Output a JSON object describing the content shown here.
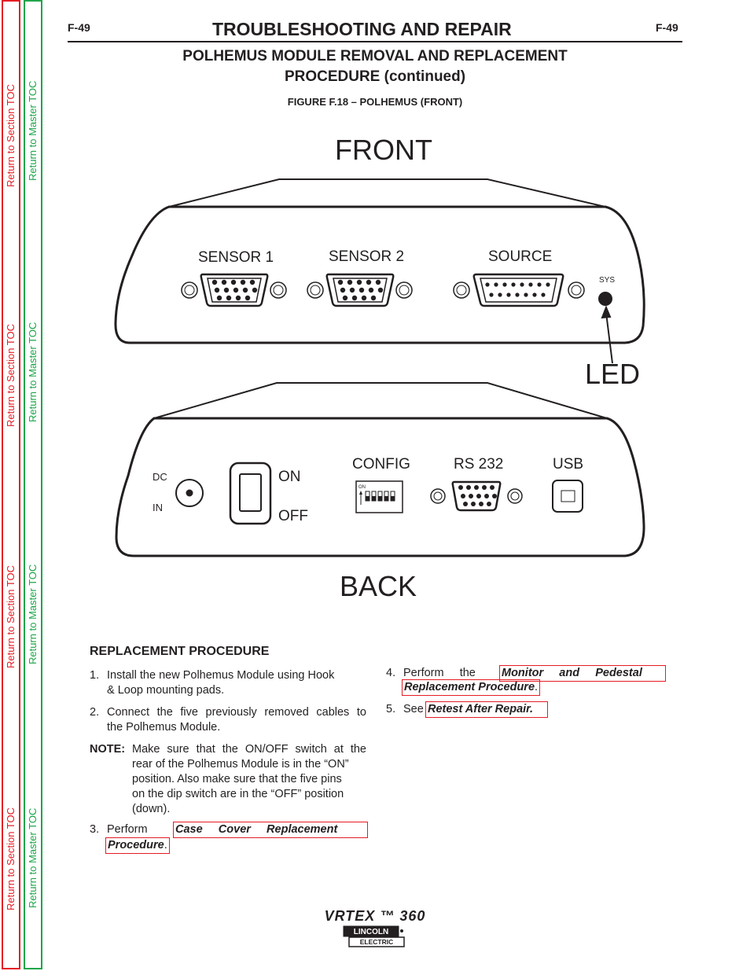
{
  "toc": {
    "section": "Return to Section TOC",
    "master": "Return to Master TOC"
  },
  "header": {
    "page_left": "F-49",
    "page_right": "F-49",
    "title": "TROUBLESHOOTING AND REPAIR"
  },
  "subtitle": {
    "line1": "POLHEMUS MODULE REMOVAL AND REPLACEMENT",
    "line2": "PROCEDURE (continued)"
  },
  "figure": {
    "caption": "FIGURE F.18 – POLHEMUS (FRONT)",
    "front_label": "FRONT",
    "back_label": "BACK",
    "led_label": "LED",
    "sys_label": "SYS",
    "sensor1": "SENSOR 1",
    "sensor2": "SENSOR 2",
    "source": "SOURCE",
    "dc": "DC",
    "in": "IN",
    "on": "ON",
    "off": "OFF",
    "config": "CONFIG",
    "rs232": "RS 232",
    "usb": "USB",
    "dip_on": "ON"
  },
  "procedure": {
    "heading": "REPLACEMENT PROCEDURE",
    "step1_num": "1.",
    "step1_l1": "Install the new Polhemus Module using Hook",
    "step1_l2": "& Loop mounting pads.",
    "step2_num": "2.",
    "step2_l1": "Connect the five previously removed cables to",
    "step2_l2": "the Polhemus Module.",
    "note_label": "NOTE:",
    "note_l1": "Make sure that the ON/OFF switch at the",
    "note_l2": "rear of the Polhemus Module is in the “ON”",
    "note_l3": "position.  Also make sure that the five pins",
    "note_l4": "on the dip switch are in the “OFF” position",
    "note_l5": "(down).",
    "step3_num": "3.",
    "step3_text": "Perform",
    "step3_link_l1": "Case     Cover     Replacement",
    "step3_link_l2": "Procedure",
    "step4_num": "4.",
    "step4_text": "Perform     the",
    "step4_link_l1": "Monitor     and     Pedestal",
    "step4_link_l2": "Replacement Procedure",
    "step5_num": "5.",
    "step5_text": "See",
    "step5_link": "Retest After Repair."
  },
  "footer": {
    "model": "VRTEX ™ 360",
    "logo_top": "LINCOLN",
    "logo_bottom": "ELECTRIC"
  }
}
